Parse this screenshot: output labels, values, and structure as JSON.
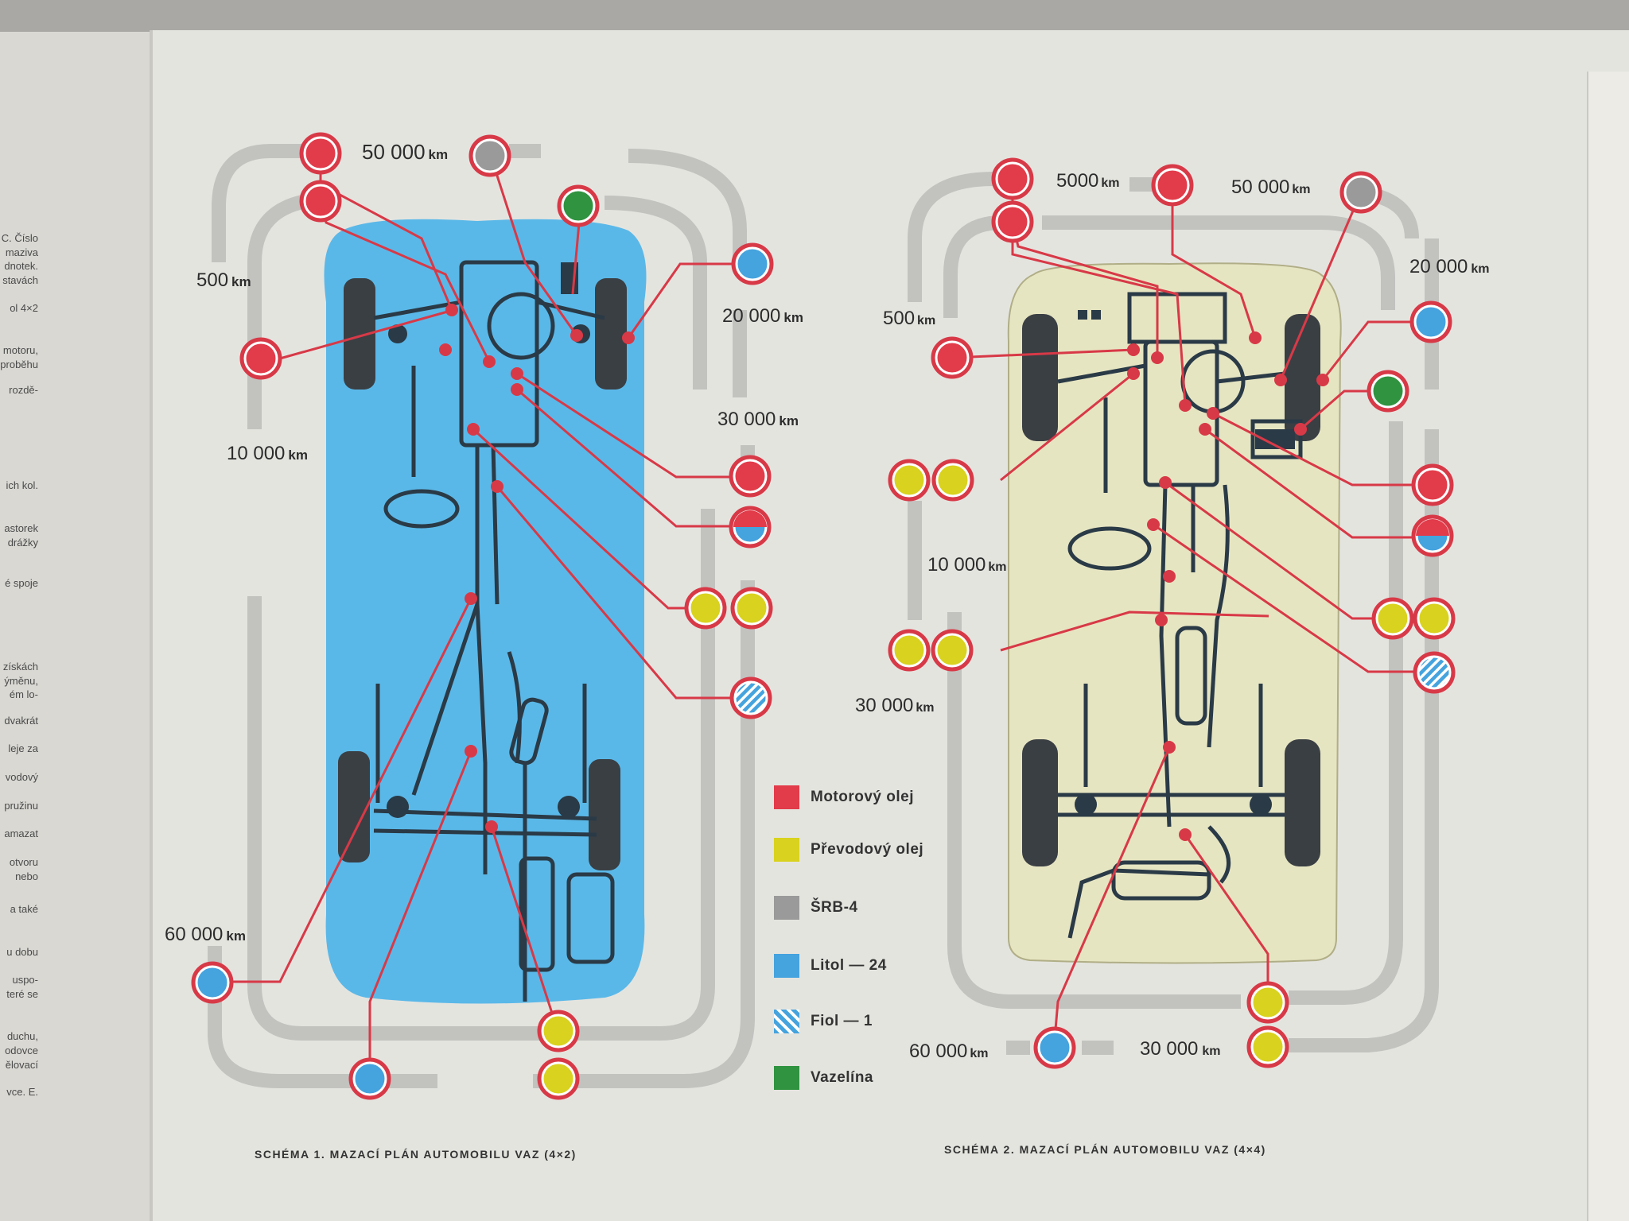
{
  "colors": {
    "motor_oil": "#e23b4a",
    "gear_oil": "#d9d21e",
    "srb4": "#9a9a9a",
    "litol24": "#45a3de",
    "fiol1_a": "#45a3de",
    "fiol1_b": "#ffffff",
    "vazelina": "#2f9340",
    "car1_body": "#5ab8e8",
    "car2_body": "#e6e5c2",
    "track": "#c2c2bf",
    "leader": "#d83947"
  },
  "margin_text": [
    "C. Číslo",
    "maziva",
    "dnotek.",
    "stavách",
    "ol 4×2",
    "motoru,",
    "proběhu",
    "rozdě-",
    "ich kol.",
    "astorek",
    "drážky",
    "é spoje",
    "získách",
    "ýměnu,",
    "ém lo-",
    "dvakrát",
    "leje za",
    "vodový",
    "pružinu",
    "amazat",
    "otvoru",
    "nebo",
    "a také",
    "u dobu",
    "uspo-",
    "teré se",
    "duchu,",
    "odovce",
    "ělovací",
    "vce. E."
  ],
  "schema1": {
    "caption": "SCHÉMA 1. MAZACÍ PLÁN AUTOMOBILU VAZ (4×2)",
    "labels": [
      {
        "value": "50 000",
        "unit": "km"
      },
      {
        "value": "500",
        "unit": "km"
      },
      {
        "value": "20 000",
        "unit": "km"
      },
      {
        "value": "10 000",
        "unit": "km"
      },
      {
        "value": "30 000",
        "unit": "km"
      },
      {
        "value": "60 000",
        "unit": "km"
      }
    ]
  },
  "schema2": {
    "caption": "SCHÉMA 2. MAZACÍ PLÁN AUTOMOBILU VAZ (4×4)",
    "labels": [
      {
        "value": "5000",
        "unit": "km"
      },
      {
        "value": "50 000",
        "unit": "km"
      },
      {
        "value": "20 000",
        "unit": "km"
      },
      {
        "value": "500",
        "unit": "km"
      },
      {
        "value": "10 000",
        "unit": "km"
      },
      {
        "value": "30 000",
        "unit": "km"
      },
      {
        "value": "60 000",
        "unit": "km"
      },
      {
        "value": "30 000",
        "unit": "km"
      }
    ]
  },
  "legend": [
    {
      "label": "Motorový olej",
      "color": "#e23b4a"
    },
    {
      "label": "Převodový olej",
      "color": "#d9d21e"
    },
    {
      "label": "ŠRB-4",
      "color": "#9a9a9a"
    },
    {
      "label": "Litol — 24",
      "color": "#45a3de"
    },
    {
      "label": "Fiol — 1",
      "color": "hatch"
    },
    {
      "label": "Vazelína",
      "color": "#2f9340"
    }
  ]
}
